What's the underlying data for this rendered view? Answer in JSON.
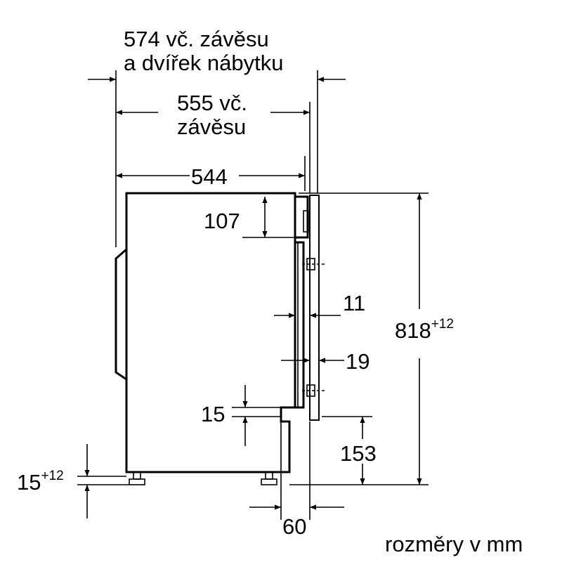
{
  "dimensions": {
    "hinge_door_line1": "574 vč. závěsu",
    "hinge_door_line2": "a dvířek nábytku",
    "hinge_line1": "555 vč.",
    "hinge_line2": "závěsu",
    "depth": "544",
    "top_panel": "107",
    "gap": "11",
    "door": "19",
    "height_base": "818",
    "height_adjust": "+12",
    "bottom_gap": "15",
    "plinth": "153",
    "foot_base": "15",
    "foot_adjust": "+12",
    "plinth_depth": "60"
  },
  "footer": {
    "units": "rozměry v mm"
  }
}
